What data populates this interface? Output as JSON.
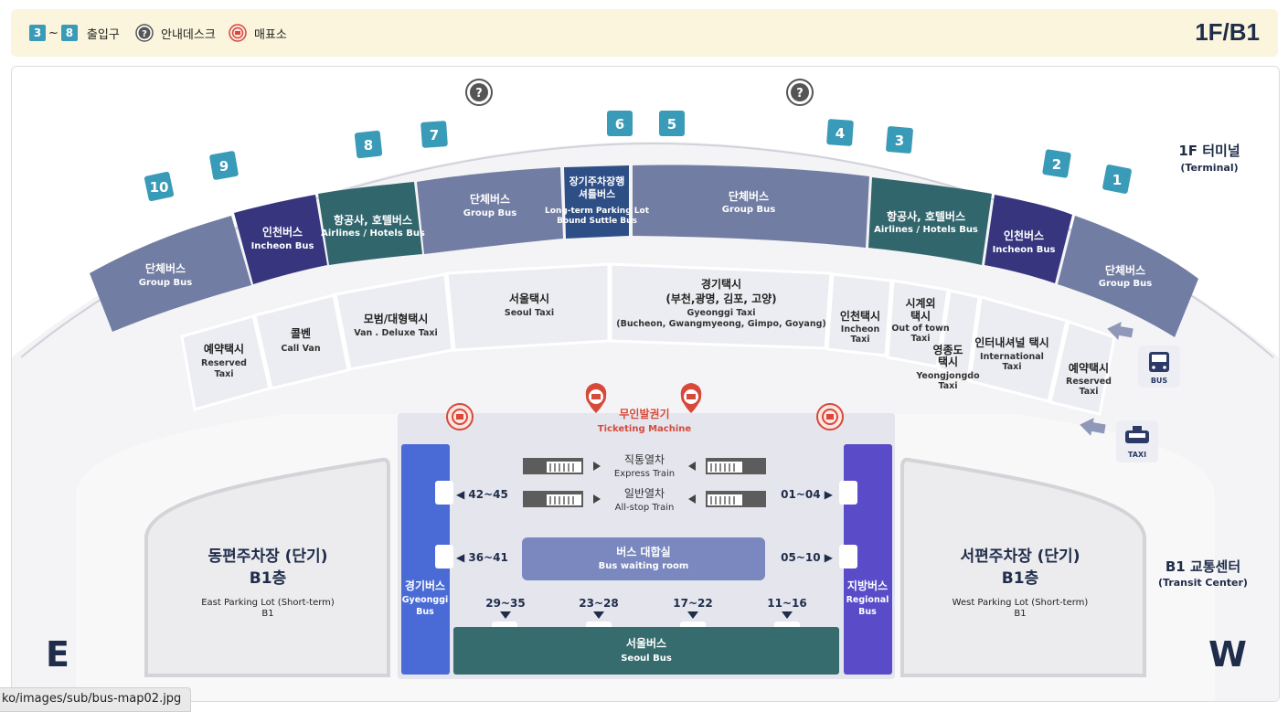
{
  "legend": {
    "range_from": "3",
    "range_tilde": "~",
    "range_to": "8",
    "gate_label": "출입구",
    "info_label": "안내데스크",
    "ticket_label": "매표소",
    "floor": "1F/B1"
  },
  "colors": {
    "group_bus": "#717da3",
    "incheon_bus": "#36357e",
    "airline_bus": "#32666d",
    "shuttle": "#2e4f86",
    "gate_number": "#3a9bb8",
    "taxi_zone": "#ecedf2",
    "gyeonggi_bus": "#4a6bd6",
    "regional_bus": "#5a4cc8",
    "seoul_bus": "#366c6e",
    "waiting_room": "#7a88bf",
    "ticketing": "#d7493a"
  },
  "icons": {
    "info": "question-circle-icon",
    "ticket": "ticket-target-icon",
    "ticketing_pin": "map-pin-ticket-icon",
    "bus": "bus-icon",
    "taxi": "taxi-icon",
    "arrow": "arrow-left-icon"
  },
  "map": {
    "terminal_label_ko": "1F 터미널",
    "terminal_label_en": "(Terminal)",
    "transit_label_ko": "B1 교통센터",
    "transit_label_en": "(Transit Center)",
    "east_letter": "E",
    "west_letter": "W",
    "gates": [
      "10",
      "9",
      "8",
      "7",
      "6",
      "5",
      "4",
      "3",
      "2",
      "1"
    ],
    "info_desk_symbol": "?",
    "bus_zones": [
      {
        "ko": "단체버스",
        "en": "Group Bus"
      },
      {
        "ko": "인천버스",
        "en": "Incheon Bus"
      },
      {
        "ko": "항공사, 호텔버스",
        "en": "Airlines / Hotels Bus"
      },
      {
        "ko": "단체버스",
        "en": "Group Bus"
      },
      {
        "ko1": "장기주차장행",
        "ko2": "셔틀버스",
        "en1": "Long-term Parking Lot",
        "en2": "Bound Suttle Bus"
      },
      {
        "ko": "단체버스",
        "en": "Group Bus"
      },
      {
        "ko": "항공사, 호텔버스",
        "en": "Airlines / Hotels Bus"
      },
      {
        "ko": "인천버스",
        "en": "Incheon Bus"
      },
      {
        "ko": "단체버스",
        "en": "Group Bus"
      }
    ],
    "taxi_zones": [
      {
        "ko": "예약택시",
        "en1": "Reserved",
        "en2": "Taxi"
      },
      {
        "ko": "콜벤",
        "en": "Call Van"
      },
      {
        "ko": "모범/대형택시",
        "en": "Van . Deluxe Taxi"
      },
      {
        "ko": "서울택시",
        "en": "Seoul Taxi"
      },
      {
        "ko1": "경기택시",
        "ko2": "(부천,광명, 김포, 고양)",
        "en1": "Gyeonggi Taxi",
        "en2": "(Bucheon, Gwangmyeong, Gimpo, Goyang)"
      },
      {
        "ko": "인천택시",
        "en1": "Incheon",
        "en2": "Taxi"
      },
      {
        "ko1": "시계외",
        "ko2": "택시",
        "en1": "Out of town",
        "en2": "Taxi"
      },
      {
        "ko1": "영종도",
        "ko2": "택시",
        "en1": "Yeongjongdo",
        "en2": "Taxi"
      },
      {
        "ko": "인터내셔널 택시",
        "en": "International",
        "en2": "Taxi"
      },
      {
        "ko": "예약택시",
        "en1": "Reserved",
        "en2": "Taxi"
      }
    ],
    "side_icons": {
      "bus": "BUS",
      "taxi": "TAXI"
    },
    "ticketing_ko": "무인발권기",
    "ticketing_en": "Ticketing Machine",
    "express_ko": "직통열차",
    "express_en": "Express Train",
    "allstop_ko": "일반열차",
    "allstop_en": "All-stop Train",
    "left_top_range": "◀ 42~45",
    "left_mid_range": "◀ 36~41",
    "right_top_range": "01~04 ▶",
    "right_mid_range": "05~10 ▶",
    "waiting_ko": "버스 대합실",
    "waiting_en": "Bus waiting room",
    "gyeonggi_ko": "경기버스",
    "gyeonggi_en1": "Gyeonggi",
    "gyeonggi_en2": "Bus",
    "regional_ko": "지방버스",
    "regional_en1": "Regional",
    "regional_en2": "Bus",
    "bottom_ranges": [
      "29~35",
      "23~28",
      "17~22",
      "11~16"
    ],
    "seoul_bus_ko": "서울버스",
    "seoul_bus_en": "Seoul Bus",
    "east_lot_ko1": "동편주차장 (단기)",
    "east_lot_ko2": "B1층",
    "east_lot_en1": "East Parking Lot (Short-term)",
    "east_lot_en2": "B1",
    "west_lot_ko1": "서편주차장 (단기)",
    "west_lot_ko2": "B1층",
    "west_lot_en1": "West Parking Lot (Short-term)",
    "west_lot_en2": "B1"
  },
  "status_url": "ko/images/sub/bus-map02.jpg"
}
